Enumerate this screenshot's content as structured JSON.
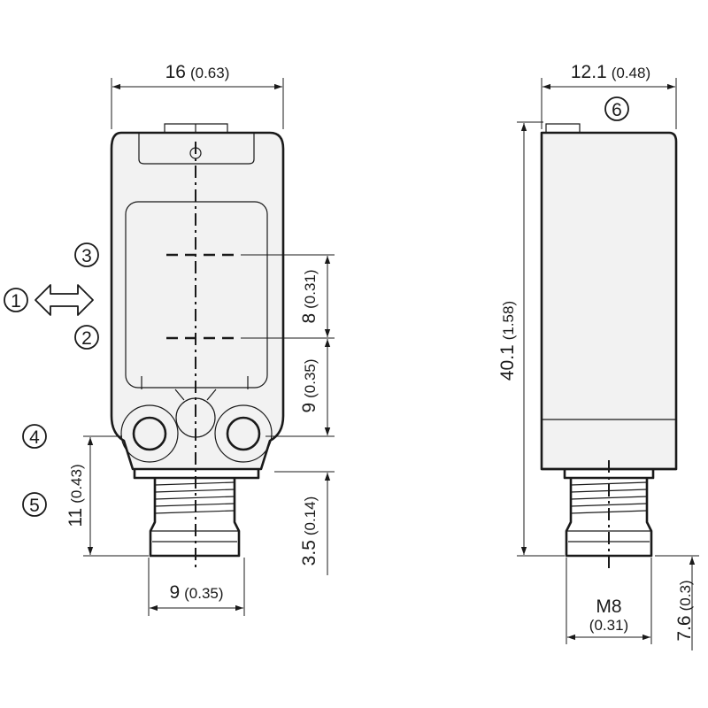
{
  "dimensions": {
    "front_width": {
      "main": "16",
      "sub": "(0.63)"
    },
    "side_width": {
      "main": "12.1",
      "sub": "(0.48)"
    },
    "total_height": {
      "main": "40.1",
      "sub": "(1.58)"
    },
    "axis_spacing": {
      "main": "8",
      "sub": "(0.31)"
    },
    "axis_to_mount": {
      "main": "9",
      "sub": "(0.35)"
    },
    "mount_to_bottom": {
      "main": "3.5",
      "sub": "(0.14)"
    },
    "connector_length": {
      "main": "11",
      "sub": "(0.43)"
    },
    "connector_width": {
      "main": "9",
      "sub": "(0.35)"
    },
    "thread": {
      "main": "M8",
      "sub": "(0.31)"
    },
    "thread_length": {
      "main": "7.6",
      "sub": "(0.3)"
    }
  },
  "callouts": [
    "1",
    "2",
    "3",
    "4",
    "5",
    "6"
  ]
}
